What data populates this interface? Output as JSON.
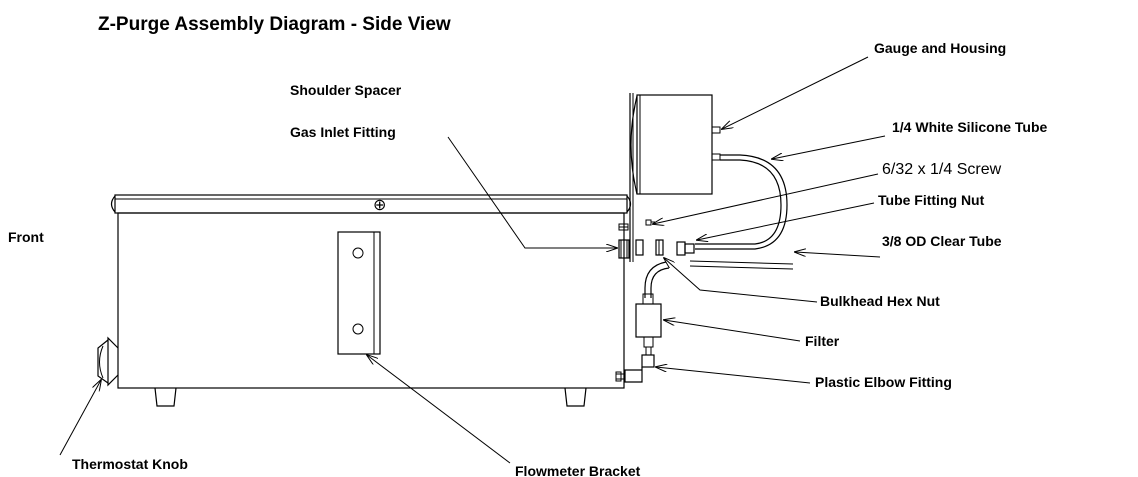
{
  "title": "Z-Purge Assembly Diagram - Side View",
  "labels": {
    "front": "Front",
    "gauge_housing": "Gauge and Housing",
    "shoulder_spacer": "Shoulder Spacer",
    "gas_inlet": "Gas Inlet Fitting",
    "silicone_tube": "1/4 White Silicone Tube",
    "screw": "6/32 x 1/4 Screw",
    "tube_nut": "Tube Fitting Nut",
    "clear_tube": "3/8 OD Clear Tube",
    "bulkhead_nut": "Bulkhead Hex Nut",
    "filter": "Filter",
    "elbow": "Plastic Elbow Fitting",
    "thermostat": "Thermostat Knob",
    "flowmeter": "Flowmeter Bracket"
  },
  "symbols": {
    "lid_screw": "⊕"
  }
}
